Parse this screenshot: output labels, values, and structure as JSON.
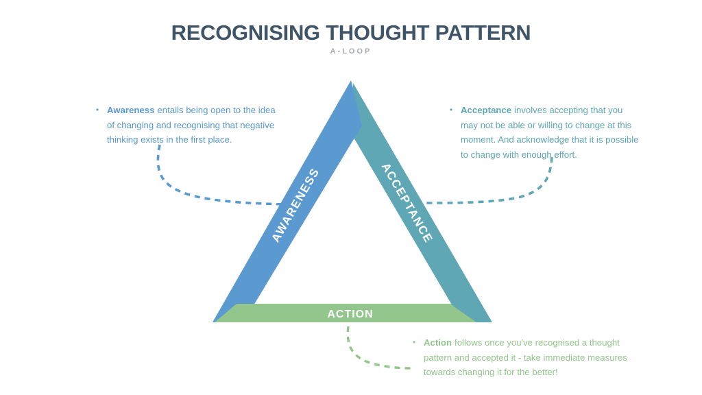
{
  "slide": {
    "title": "RECOGNISING THOUGHT PATTERN",
    "subtitle": "A-LOOP"
  },
  "colors": {
    "title_text": "#3F5467",
    "subtitle_text": "#A8ABAD",
    "awareness": "#5B9AD1",
    "acceptance": "#5FA7B5",
    "action": "#92C68C",
    "band_label_text": "#FFFFFF"
  },
  "triangle": {
    "left_label": "AWARENESS",
    "right_label": "ACCEPTANCE",
    "bottom_label": "ACTION"
  },
  "notes": {
    "awareness": {
      "bullet": "•",
      "term": "Awareness",
      "line1": "entails being open to the idea",
      "line2": "of changing and recognising that negative",
      "line3": "thinking exists in the first place."
    },
    "acceptance": {
      "bullet": "•",
      "term": "Acceptance",
      "line1": "involves accepting that you",
      "line2": "may not be able or willing to change at this",
      "line3": "moment. And acknowledge that it is possible",
      "line4": "to change with enough effort."
    },
    "action": {
      "bullet": "•",
      "term": "Action",
      "line1": "follows once you've recognised a thought",
      "line2": "pattern and accepted it - take immediate measures",
      "line3": "towards changing it for the better!"
    }
  }
}
